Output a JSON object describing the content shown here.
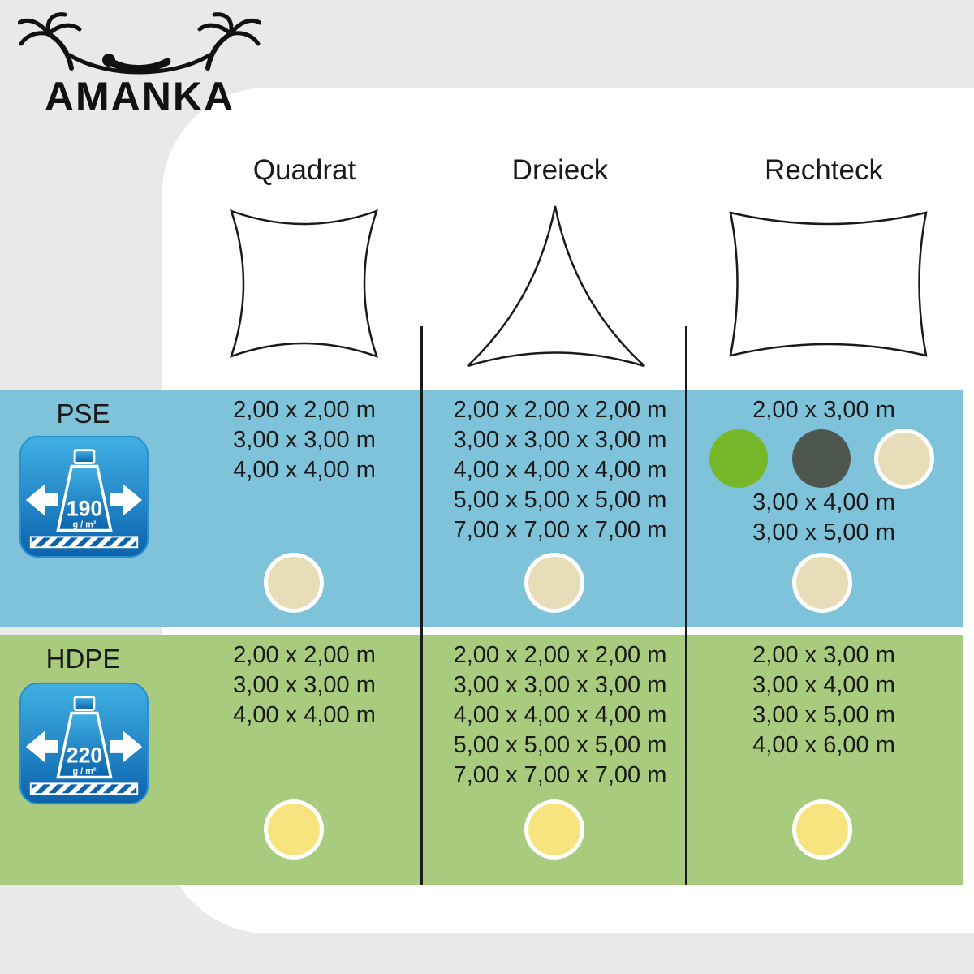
{
  "brand": {
    "name": "AMANKA"
  },
  "columns": [
    {
      "label": "Quadrat",
      "shape": "square-sail"
    },
    {
      "label": "Dreieck",
      "shape": "triangle-sail"
    },
    {
      "label": "Rechteck",
      "shape": "rectangle-sail"
    }
  ],
  "materials": [
    {
      "label": "PSE",
      "weight": {
        "value": "190",
        "unit": "g / m²"
      },
      "band_color": "#7fc3da",
      "sizes": {
        "quadrat": [
          "2,00 x 2,00 m",
          "3,00 x 3,00 m",
          "4,00 x 4,00 m"
        ],
        "dreieck": [
          "2,00 x 2,00 x 2,00 m",
          "3,00 x 3,00 x 3,00 m",
          "4,00 x 4,00 x 4,00 m",
          "5,00 x 5,00 x 5,00 m",
          "7,00 x 7,00 x 7,00 m"
        ],
        "rechteck_top": [
          "2,00 x 3,00 m"
        ],
        "rechteck_bottom": [
          "3,00 x 4,00 m",
          "3,00 x 5,00 m"
        ]
      },
      "swatches": {
        "rechteck_colors": [
          "#76b82a",
          "#4d564f",
          "#e7ddb8"
        ],
        "quadrat_dot": "#e7ddb8",
        "dreieck_dot": "#e7ddb8",
        "rechteck_dot": "#e7ddb8"
      }
    },
    {
      "label": "HDPE",
      "weight": {
        "value": "220",
        "unit": "g / m²"
      },
      "band_color": "#a9cb7d",
      "sizes": {
        "quadrat": [
          "2,00 x 2,00 m",
          "3,00 x 3,00 m",
          "4,00 x 4,00 m"
        ],
        "dreieck": [
          "2,00 x 2,00 x 2,00 m",
          "3,00 x 3,00 x 3,00 m",
          "4,00 x 4,00 x 4,00 m",
          "5,00 x 5,00 x 5,00 m",
          "7,00 x 7,00 x 7,00 m"
        ],
        "rechteck": [
          "2,00 x 3,00 m",
          "3,00 x 4,00 m",
          "3,00 x 5,00 m",
          "4,00 x 6,00 m"
        ]
      },
      "swatches": {
        "quadrat_dot": "#f8e47f",
        "dreieck_dot": "#f8e47f",
        "rechteck_dot": "#f8e47f"
      }
    }
  ]
}
